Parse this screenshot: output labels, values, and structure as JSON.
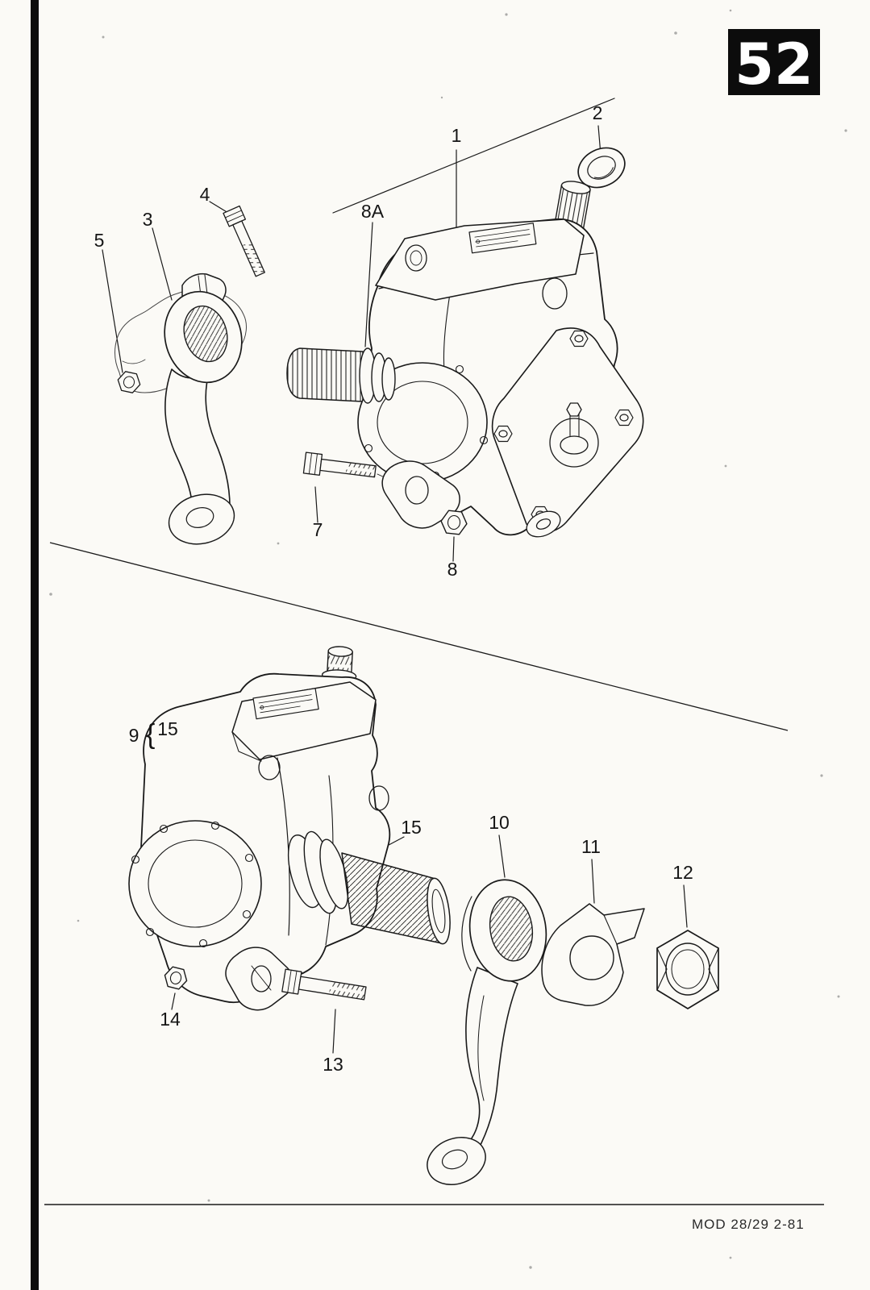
{
  "page": {
    "number": "52",
    "footer": "MOD 28/29   2-81"
  },
  "callouts": {
    "upper": {
      "c1": "1",
      "c2": "2",
      "c3": "3",
      "c4": "4",
      "c5": "5",
      "c7": "7",
      "c8": "8",
      "c8a": "8A"
    },
    "lower": {
      "c9": "9",
      "c9_brace": "{",
      "c9_15": "15",
      "c10": "10",
      "c11": "11",
      "c12": "12",
      "c13": "13",
      "c14": "14",
      "c15": "15"
    }
  },
  "colors": {
    "ink": "#1a1a1a",
    "paper": "#fbfaf6",
    "block": "#0c0c0c"
  }
}
